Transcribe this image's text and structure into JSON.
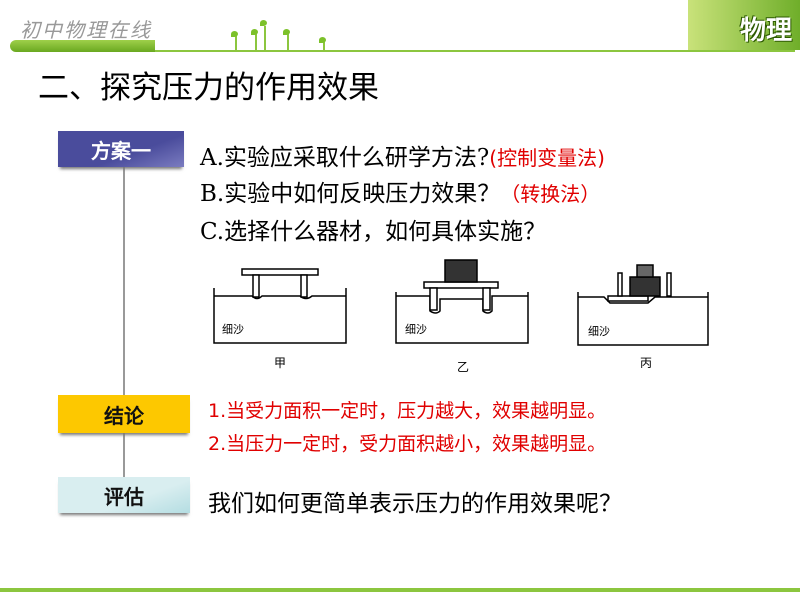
{
  "header": {
    "logo_text": "初中物理在线",
    "brand": "物理"
  },
  "title": "二、探究压力的作用效果",
  "sections": {
    "plan": {
      "label": "方案一",
      "questions": [
        {
          "text": "A.实验应采取什么研学方法?",
          "answer": "(控制变量法)"
        },
        {
          "text": "B.实验中如何反映压力效果？",
          "answer": "（转换法）"
        },
        {
          "text": "C.选择什么器材，如何具体实施？",
          "answer": ""
        }
      ]
    },
    "diagram": {
      "sand_label": "细沙",
      "panels": [
        "甲",
        "乙",
        "丙"
      ]
    },
    "conclusion": {
      "label": "结论",
      "items": [
        "1.当受力面积一定时，压力越大，效果越明显。",
        "2.当压力一定时，受力面积越小，效果越明显。"
      ]
    },
    "evaluation": {
      "label": "评估",
      "text": "我们如何更简单表示压力的作用效果呢？"
    }
  },
  "colors": {
    "accent_green": "#8cc63f",
    "plan_tag": "#4a4c9c",
    "conclusion_tag": "#fdc800",
    "evaluation_tag": "#d9eef0",
    "answer_red": "#e00000"
  }
}
